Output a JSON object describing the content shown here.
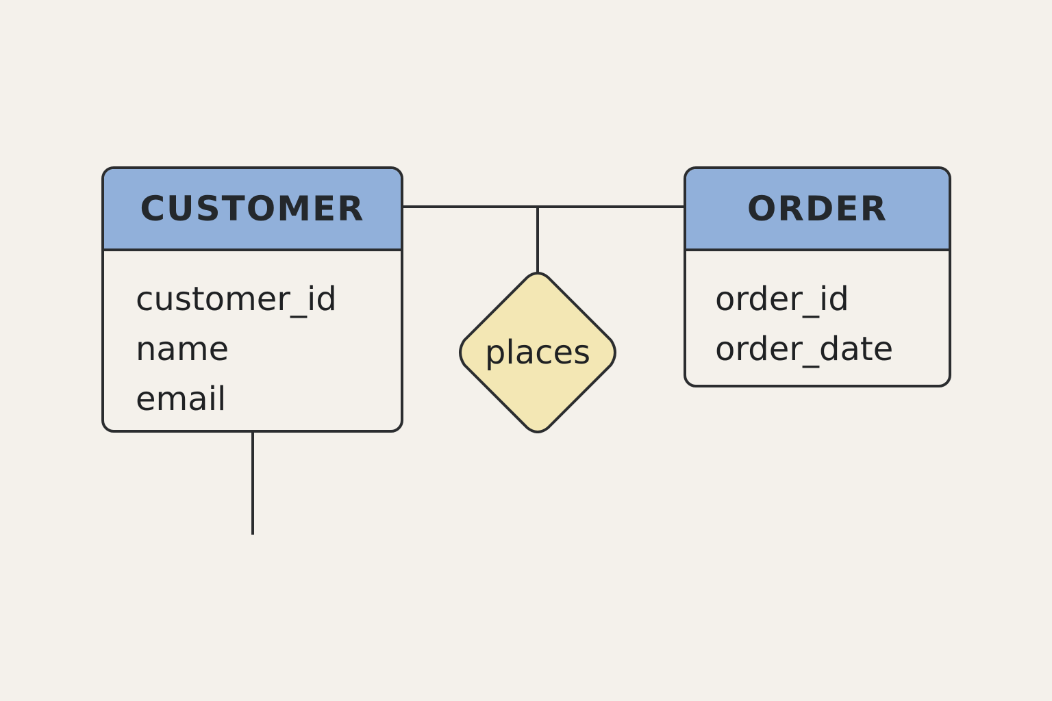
{
  "diagram": {
    "type": "entity-relationship",
    "colors": {
      "background": "#f4f1eb",
      "entity_header": "#91b0da",
      "relationship_fill": "#f3e7b4",
      "stroke": "#2b2d2f"
    },
    "entities": [
      {
        "id": "customer",
        "name": "CUSTOMER",
        "attributes": [
          "customer_id",
          "name",
          "email"
        ]
      },
      {
        "id": "order",
        "name": "ORDER",
        "attributes": [
          "order_id",
          "order_date"
        ]
      }
    ],
    "relationship": {
      "label": "places",
      "shape": "diamond",
      "connects": [
        "CUSTOMER",
        "ORDER"
      ]
    }
  }
}
